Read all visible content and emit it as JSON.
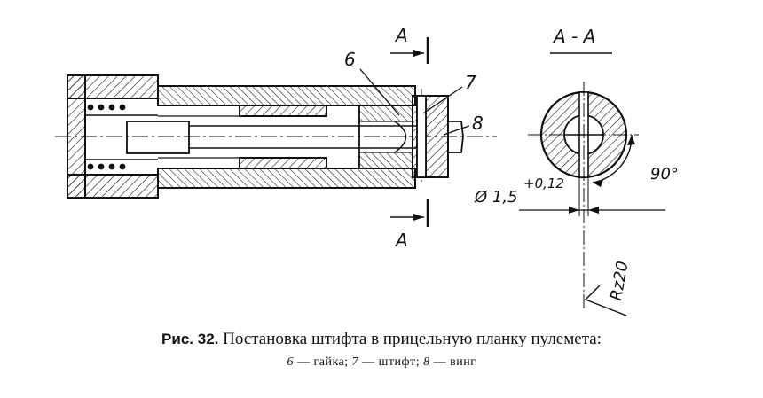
{
  "diagram": {
    "section_marks": {
      "top": "А",
      "bottom": "А"
    },
    "section_title": "А - А",
    "callouts": {
      "nut": "6",
      "pin": "7",
      "screw": "8"
    },
    "tolerance": {
      "base": "Ø 1,5",
      "upper": "+0,12"
    },
    "angle": "90°",
    "roughness": "Rz20"
  },
  "caption": {
    "figure_no": "Рис. 32.",
    "title": "Постановка штифта в прицельную планку пулемета:",
    "legend": [
      {
        "num": "6",
        "text": "гайка"
      },
      {
        "num": "7",
        "text": "штифт"
      },
      {
        "num": "8",
        "text": "винг"
      }
    ]
  }
}
